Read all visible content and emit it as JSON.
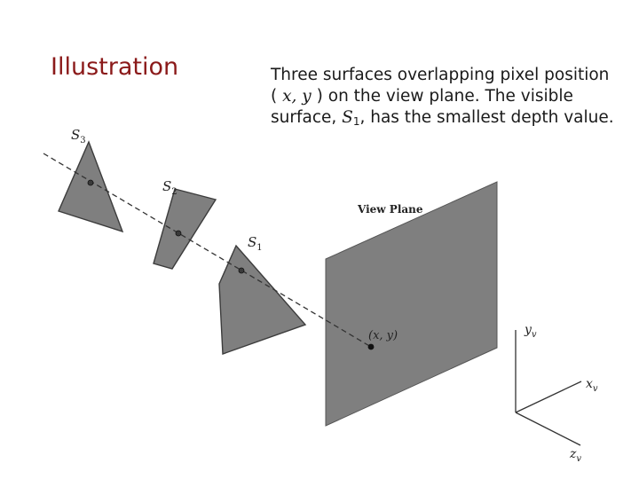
{
  "slide": {
    "heading": "Illustration",
    "caption": {
      "line1": "Three surfaces overlapping pixel position",
      "line2_pre": "( ",
      "line2_xy": "x, y",
      "line2_post": " ) on the view plane. The visible",
      "line3_pre": "surface, ",
      "line3_s": "S",
      "line3_sub": "1",
      "line3_post": ", has the smallest depth value."
    }
  },
  "figure": {
    "surface_labels": [
      {
        "main": "S",
        "sub": "3"
      },
      {
        "main": "S",
        "sub": "2"
      },
      {
        "main": "S",
        "sub": "1"
      }
    ],
    "view_plane_label": "View Plane",
    "pixel_label": "(x, y)",
    "axes": [
      {
        "main": "y",
        "sub": "v"
      },
      {
        "main": "x",
        "sub": "v"
      },
      {
        "main": "z",
        "sub": "v"
      }
    ],
    "colors": {
      "surface_fill": "#7f7f7f",
      "surface_stroke": "#3c3c3c",
      "line": "#333333",
      "heading": "#8b1a1a"
    }
  }
}
